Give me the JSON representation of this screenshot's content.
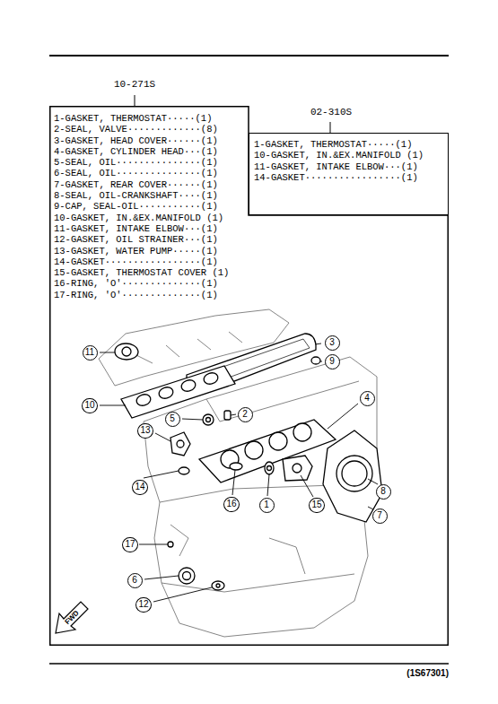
{
  "diagram": {
    "nodes": [
      {
        "text": [
          "10-271S",
          "1-GASKET, THERMOSTAT·····(1)",
          "2-SEAL, VALVE·············(8)",
          "3-GASKET, HEAD COVER······(1)",
          "4-GASKET, CYLINDER HEAD···(1)",
          "5-SEAL, OIL···············(1)",
          "6-SEAL, OIL···············(1)",
          "7-GASKET, REAR COVER······(1)",
          "8-SEAL, OIL-CRANKSHAFT····(1)",
          "9-CAP, SEAL-OIL···········(1)",
          "10-GASKET, IN.&EX.MANIFOLD (1)",
          "11-GASKET, INTAKE ELBOW···(1)",
          "12-GASKET, OIL STRAINER···(1)",
          "13-GASKET, WATER PUMP·····(1)",
          "14-GASKET·················(1)",
          "15-GASKET, THERMOSTAT COVER (1)",
          "16-RING, 'O'··············(1)",
          "17-RING, 'O'··············(1)"
        ]
      },
      {
        "text": [
          "02-310S",
          "1-GASKET, THERMOSTAT·····(1)",
          "10-GASKET, IN.&EX.MANIFOLD (1)",
          "11-GASKET, INTAKE ELBOW···(1)",
          "14-GASKET·················(1)"
        ]
      },
      {
        "text": [
          "11"
        ],
        "in": 0
      },
      {
        "text": [
          "3"
        ],
        "in": 0
      },
      {
        "text": [
          "9"
        ],
        "in": 0
      },
      {
        "text": [
          "10"
        ],
        "in": 0
      },
      {
        "text": [
          "4"
        ],
        "in": 0
      },
      {
        "text": [
          "5"
        ],
        "in": 0
      },
      {
        "text": [
          "2"
        ],
        "in": 0
      },
      {
        "text": [
          "13"
        ],
        "in": 0
      },
      {
        "text": [
          "8"
        ],
        "in": 0
      },
      {
        "text": [
          "14"
        ],
        "in": 0
      },
      {
        "text": [
          "16"
        ],
        "in": 0
      },
      {
        "text": [
          "1"
        ],
        "in": 0
      },
      {
        "text": [
          "15"
        ],
        "in": 0
      },
      {
        "text": [
          "7"
        ],
        "in": 0
      },
      {
        "text": [
          "17"
        ],
        "in": 0
      },
      {
        "text": [
          "6"
        ],
        "in": 0
      },
      {
        "text": [
          "12"
        ],
        "in": 0
      }
    ],
    "labels": [
      "FWD",
      "(1S67301)"
    ]
  }
}
